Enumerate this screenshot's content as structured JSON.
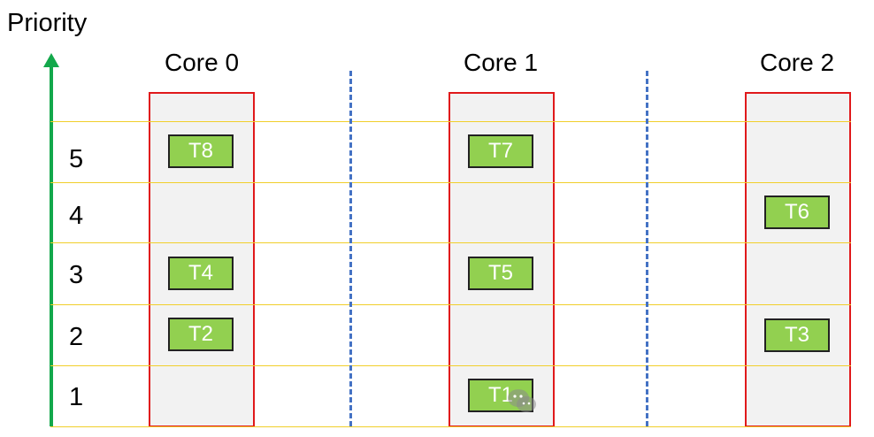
{
  "axis": {
    "title": "Priority"
  },
  "priorities": [
    "5",
    "4",
    "3",
    "2",
    "1"
  ],
  "cores": [
    {
      "name": "Core 0",
      "tasks": [
        {
          "label": "T8",
          "priority": 5
        },
        {
          "label": "T4",
          "priority": 3
        },
        {
          "label": "T2",
          "priority": 2
        }
      ]
    },
    {
      "name": "Core 1",
      "tasks": [
        {
          "label": "T7",
          "priority": 5
        },
        {
          "label": "T5",
          "priority": 3
        },
        {
          "label": "T1",
          "priority": 1
        }
      ]
    },
    {
      "name": "Core 2",
      "tasks": [
        {
          "label": "T6",
          "priority": 4
        },
        {
          "label": "T3",
          "priority": 2
        }
      ]
    }
  ],
  "colors": {
    "task_fill": "#92d050",
    "core_border": "#e0191b",
    "core_fill": "#f2f2f2",
    "axis": "#13a84b",
    "row_line": "#f1cf2b",
    "divider": "#4472c4"
  }
}
